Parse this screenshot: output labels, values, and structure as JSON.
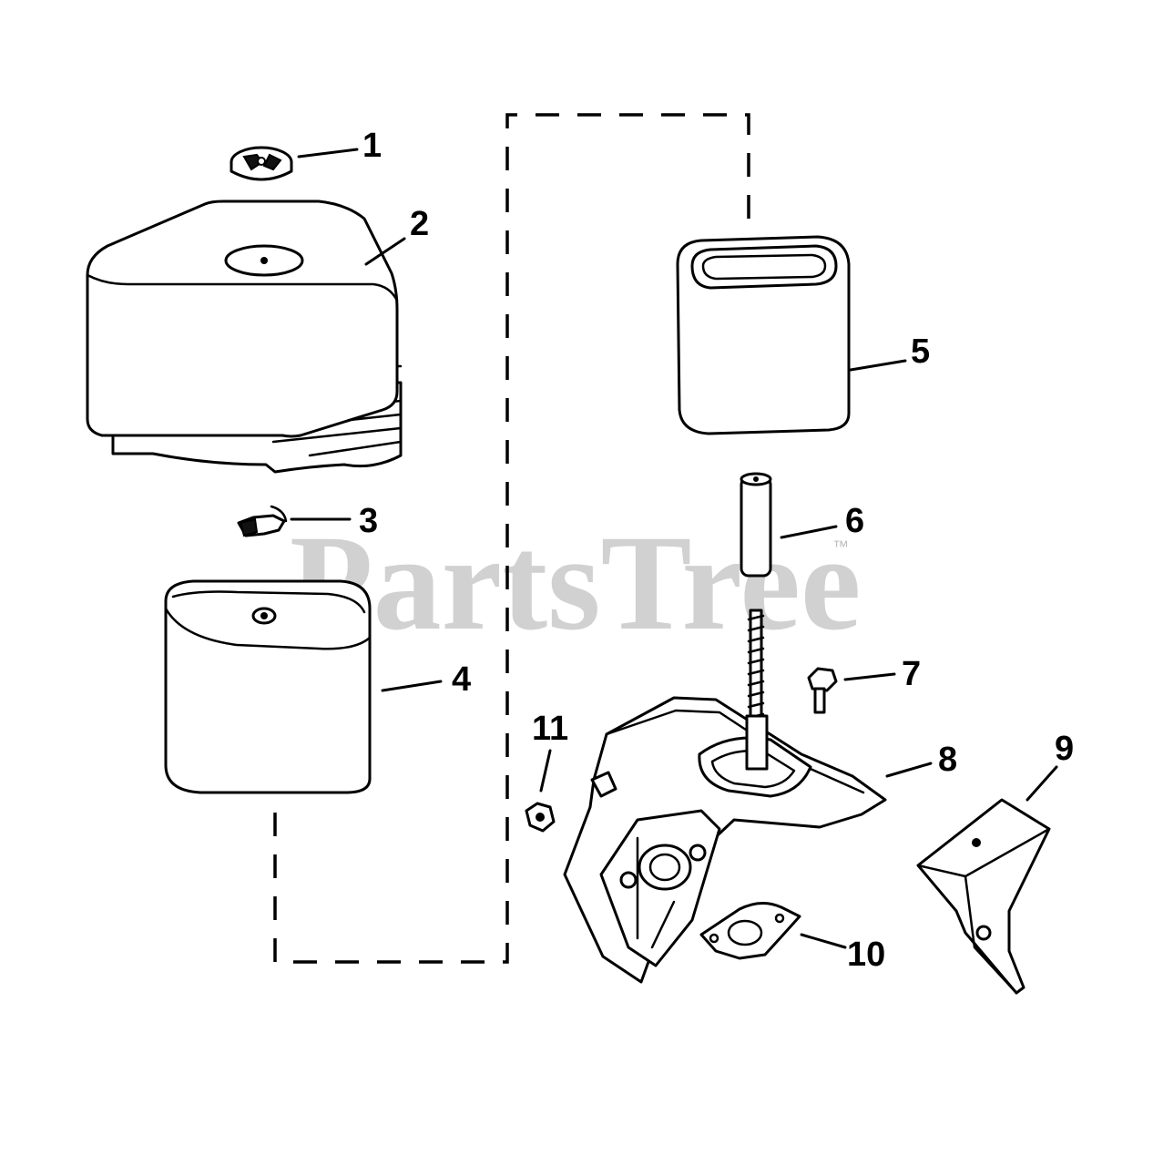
{
  "watermark": {
    "text": "PartsTree",
    "tm": "™"
  },
  "callouts": {
    "c1": "1",
    "c2": "2",
    "c3": "3",
    "c4": "4",
    "c5": "5",
    "c6": "6",
    "c7": "7",
    "c8": "8",
    "c9": "9",
    "c10": "10",
    "c11": "11"
  },
  "icons": {
    "part-1": "wing-nut-icon",
    "part-2": "air-cleaner-cover-icon",
    "part-3": "wing-nut-small-icon",
    "part-4": "pre-cleaner-icon",
    "part-5": "air-filter-element-icon",
    "part-6": "spacer-tube-icon",
    "part-7": "bolt-icon",
    "part-8": "air-cleaner-base-icon",
    "part-9": "bracket-icon",
    "part-10": "gasket-icon",
    "part-11": "nut-icon"
  }
}
